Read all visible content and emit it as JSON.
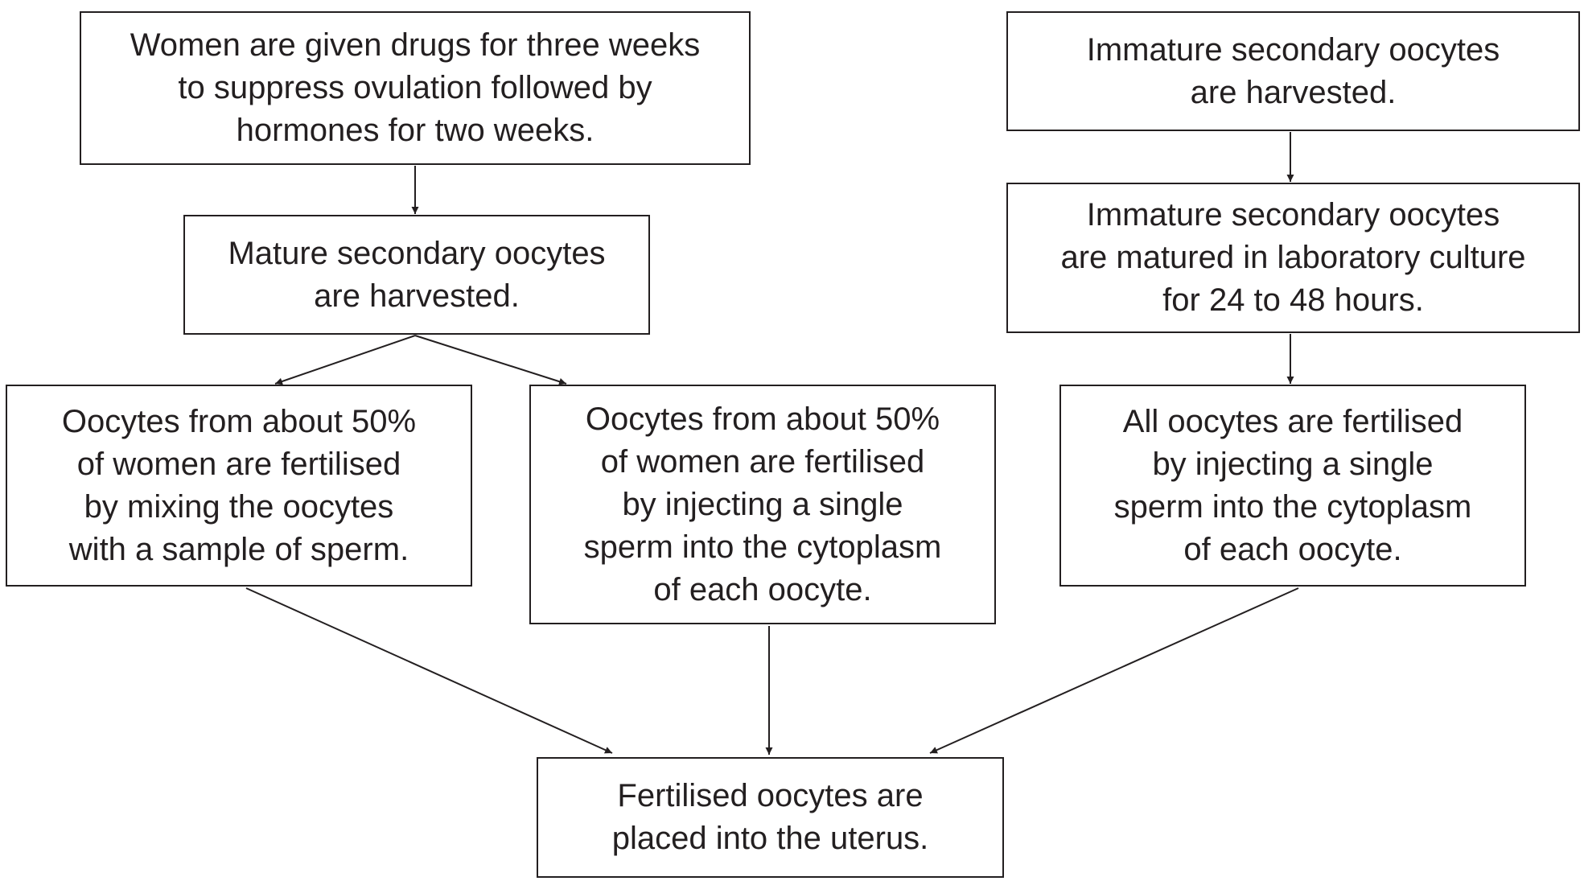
{
  "boxes": {
    "b1": "Women are given drugs for three weeks\nto suppress ovulation followed by\nhormones for two weeks.",
    "b2": "Mature secondary oocytes\nare harvested.",
    "b3": "Oocytes from about 50%\nof women are fertilised\nby mixing the oocytes\nwith a sample of sperm.",
    "b4": "Oocytes from about 50%\nof women are fertilised\nby injecting a single\nsperm into the cytoplasm\nof each oocyte.",
    "b5": "Immature secondary oocytes\nare harvested.",
    "b6": "Immature secondary oocytes\nare matured in laboratory culture\nfor 24 to 48 hours.",
    "b7": "All oocytes are fertilised\nby injecting a single\nsperm into the cytoplasm\nof each oocyte.",
    "b8": "Fertilised oocytes are\nplaced into the uterus."
  },
  "colors": {
    "stroke": "#231f20",
    "background": "#ffffff"
  },
  "connections": [
    [
      "b1",
      "b2"
    ],
    [
      "b2",
      "b3"
    ],
    [
      "b2",
      "b4"
    ],
    [
      "b5",
      "b6"
    ],
    [
      "b6",
      "b7"
    ],
    [
      "b3",
      "b8"
    ],
    [
      "b4",
      "b8"
    ],
    [
      "b7",
      "b8"
    ]
  ]
}
